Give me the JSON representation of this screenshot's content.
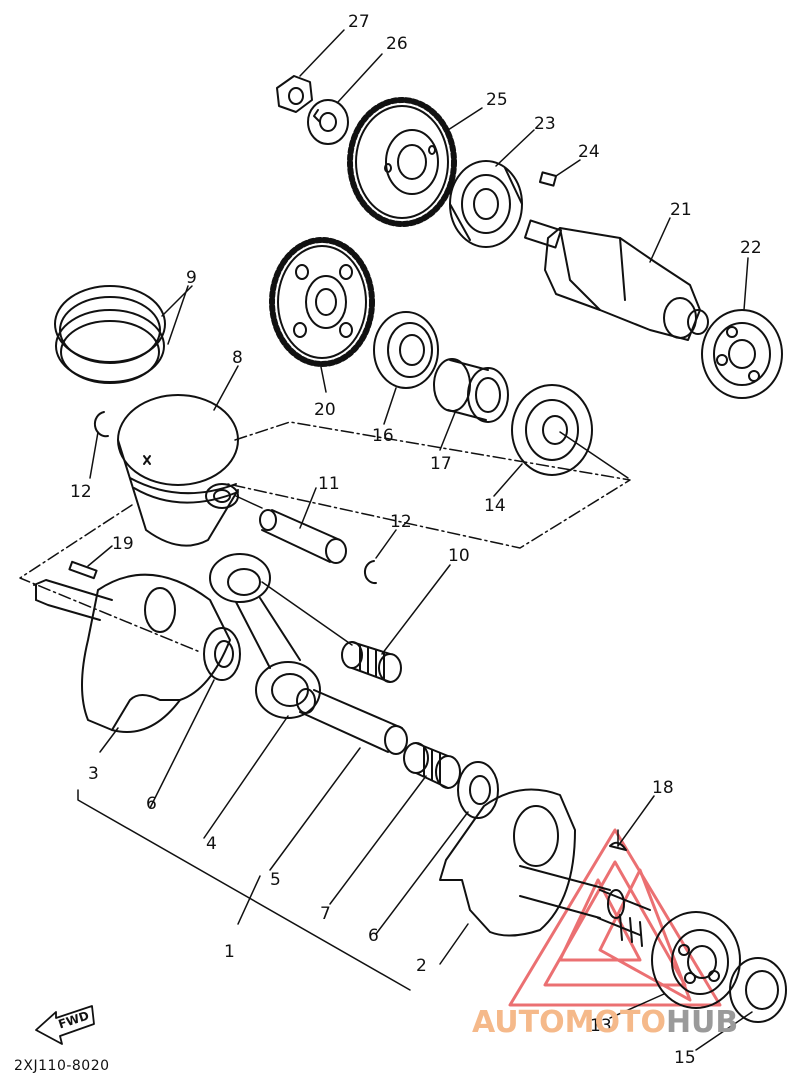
{
  "diagram": {
    "drawing_code": "2XJ110-8020",
    "fwd_label": "FWD",
    "callouts": [
      "27",
      "26",
      "25",
      "23",
      "24",
      "21",
      "22",
      "9",
      "8",
      "20",
      "16",
      "17",
      "14",
      "12",
      "11",
      "12",
      "10",
      "19",
      "3",
      "6",
      "4",
      "5",
      "7",
      "6",
      "1",
      "2",
      "18",
      "13",
      "15"
    ]
  },
  "watermark": {
    "part_a": "AUTOMOTO",
    "part_b": "HUB",
    "color_a": "#f5a36c",
    "color_b": "#8c8c8c",
    "logo_color": "#e8585a"
  }
}
